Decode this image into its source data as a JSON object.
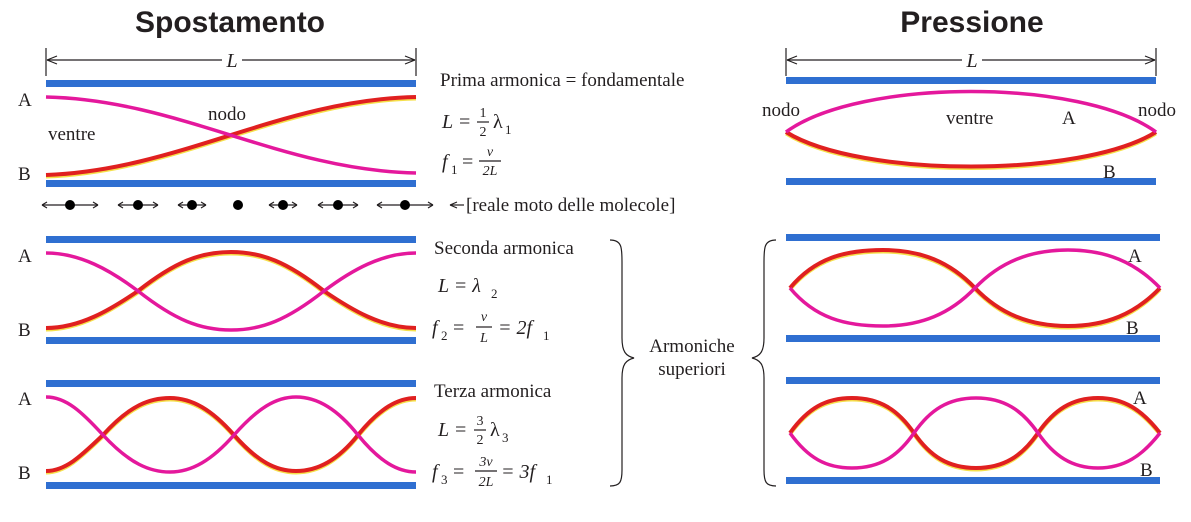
{
  "titles": {
    "left": "Spostamento",
    "right": "Pressione"
  },
  "length_symbol": "L",
  "end_labels": {
    "a": "A",
    "b": "B"
  },
  "words": {
    "node": "nodo",
    "antinode": "ventre"
  },
  "first": {
    "title": "Prima armonica = fondamentale",
    "eq1_lhs": "L =",
    "eq1_num": "1",
    "eq1_den": "2",
    "eq1_var": "λ",
    "eq1_sub": "1",
    "eq2_lhs": "f",
    "eq2_sub": "1",
    "eq2_eq": "=",
    "eq2_num": "v",
    "eq2_den": "2L"
  },
  "molecules_note": "[reale moto delle molecole]",
  "second": {
    "title": "Seconda armonica",
    "eq1": "L = λ",
    "eq1_sub": "2",
    "eq2_lhs": "f",
    "eq2_sub": "2",
    "eq2_eq": "=",
    "eq2_num": "v",
    "eq2_den": "L",
    "eq2_rhs": "= 2f",
    "eq2_rhs_sub": "1"
  },
  "third": {
    "title": "Terza armonica",
    "eq1_lhs": "L =",
    "eq1_num": "3",
    "eq1_den": "2",
    "eq1_var": "λ",
    "eq1_sub": "3",
    "eq2_lhs": "f",
    "eq2_sub": "3",
    "eq2_eq": "=",
    "eq2_num": "3v",
    "eq2_den": "2L",
    "eq2_rhs": "= 3f",
    "eq2_rhs_sub": "1"
  },
  "overtones": {
    "line1": "Armoniche",
    "line2": "superiori"
  },
  "colors": {
    "tube": "#2f6fd1",
    "curve_a": "#e4189c",
    "curve_b": "#e02020",
    "curve_b_glow": "#f5e04a"
  }
}
